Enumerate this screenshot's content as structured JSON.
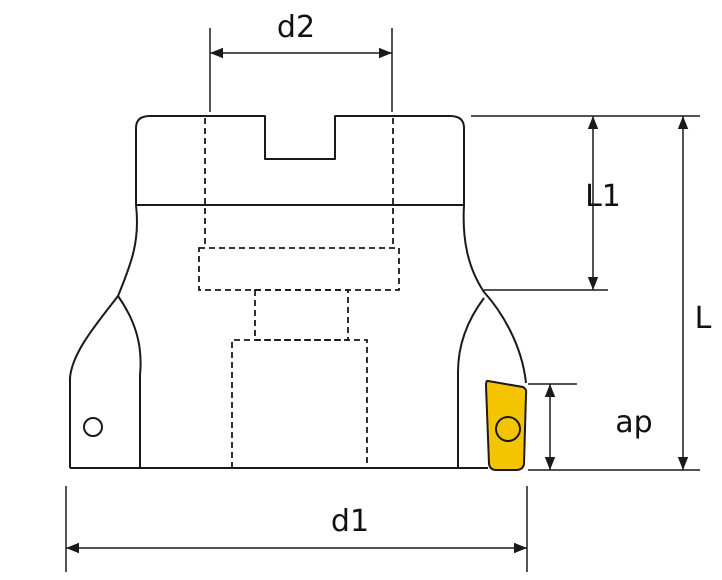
{
  "labels": {
    "d2": "d2",
    "l1": "L1",
    "l": "L",
    "ap": "ap",
    "d1": "d1"
  },
  "colors": {
    "line": "#1a1a1a",
    "insert_fill": "#f5c400",
    "insert_stroke": "#1a1a1a"
  }
}
